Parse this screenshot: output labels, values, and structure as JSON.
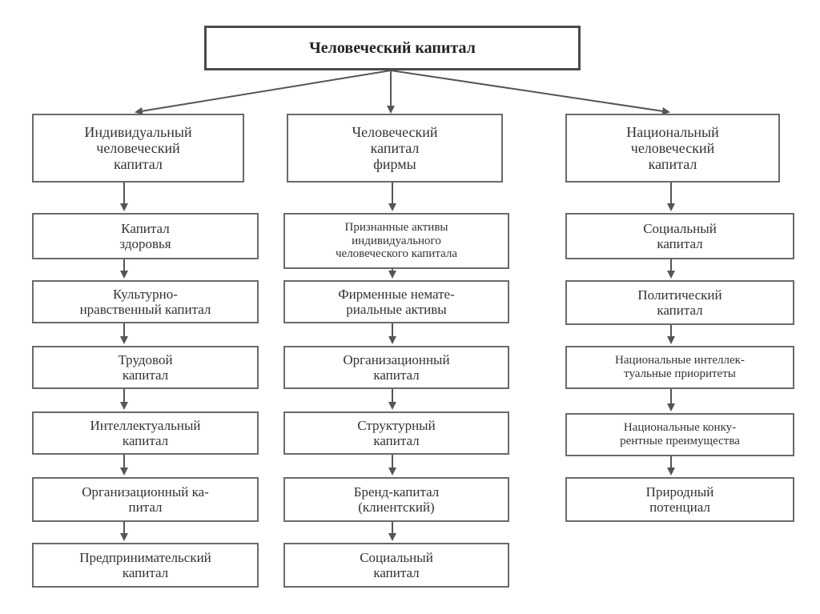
{
  "root": "Человеческий капитал",
  "columns": [
    {
      "header": "Индивидуальный\nчеловеческий\nкапитал",
      "items": [
        "Капитал\nздоровья",
        "Культурно-\nнравственный капитал",
        "Трудовой\nкапитал",
        "Интеллектуальный\nкапитал",
        "Организационный ка-\nпитал",
        "Предпринимательский\nкапитал"
      ]
    },
    {
      "header": "Человеческий\nкапитал\nфирмы",
      "items": [
        "Признанные активы\nиндивидуального\nчеловеческого капитала",
        "Фирменные немате-\nриальные активы",
        "Организационный\nкапитал",
        "Структурный\nкапитал",
        "Бренд-капитал\n(клиентский)",
        "Социальный\nкапитал"
      ]
    },
    {
      "header": "Национальный\nчеловеческий\nкапитал",
      "items": [
        "Социальный\nкапитал",
        "Политический\nкапитал",
        "Национальные интеллек-\nтуальные приоритеты",
        "Национальные конку-\nрентные преимущества",
        "Природный\nпотенциал"
      ]
    }
  ]
}
